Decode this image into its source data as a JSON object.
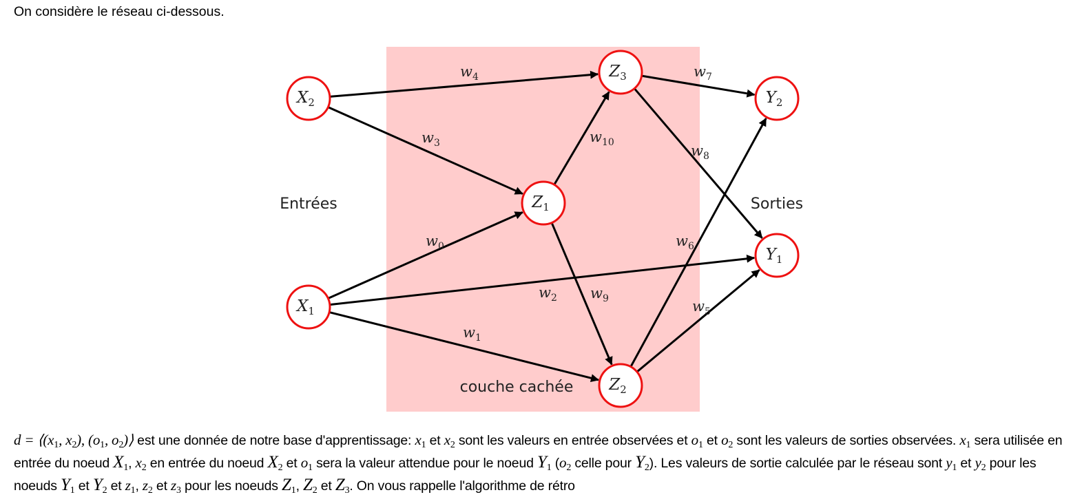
{
  "intro": "On considère le réseau ci-dessous.",
  "diagram": {
    "hidden_layer_label": "couche cachée",
    "inputs_label": "Entrées",
    "outputs_label": "Sorties",
    "colors": {
      "hidden_layer_fill": "#ffcccc",
      "node_stroke": "#ee1111",
      "edge": "#000000"
    },
    "nodes": [
      {
        "id": "X1",
        "letter": "X",
        "sub": "1",
        "layer": "input"
      },
      {
        "id": "X2",
        "letter": "X",
        "sub": "2",
        "layer": "input"
      },
      {
        "id": "Z1",
        "letter": "Z",
        "sub": "1",
        "layer": "hidden"
      },
      {
        "id": "Z2",
        "letter": "Z",
        "sub": "2",
        "layer": "hidden"
      },
      {
        "id": "Z3",
        "letter": "Z",
        "sub": "3",
        "layer": "hidden"
      },
      {
        "id": "Y1",
        "letter": "Y",
        "sub": "1",
        "layer": "output"
      },
      {
        "id": "Y2",
        "letter": "Y",
        "sub": "2",
        "layer": "output"
      }
    ],
    "edges": [
      {
        "from": "X1",
        "to": "Z1",
        "weight": "w",
        "sub": "0"
      },
      {
        "from": "X1",
        "to": "Z2",
        "weight": "w",
        "sub": "1"
      },
      {
        "from": "X1",
        "to": "Y1",
        "weight": "w",
        "sub": "2"
      },
      {
        "from": "X2",
        "to": "Z1",
        "weight": "w",
        "sub": "3"
      },
      {
        "from": "X2",
        "to": "Z3",
        "weight": "w",
        "sub": "4"
      },
      {
        "from": "Z2",
        "to": "Y1",
        "weight": "w",
        "sub": "5"
      },
      {
        "from": "Z2",
        "to": "Y2",
        "weight": "w",
        "sub": "6"
      },
      {
        "from": "Z3",
        "to": "Y2",
        "weight": "w",
        "sub": "7"
      },
      {
        "from": "Z3",
        "to": "Y1",
        "weight": "w",
        "sub": "8"
      },
      {
        "from": "Z1",
        "to": "Z2",
        "weight": "w",
        "sub": "9"
      },
      {
        "from": "Z1",
        "to": "Z3",
        "weight": "w",
        "sub": "10"
      }
    ]
  },
  "paragraph": {
    "t1": " est une donnée de notre base d'apprentissage: ",
    "t2": " et ",
    "t3": " sont les valeurs en entrée observées et ",
    "t4": " et ",
    "t5": " sont les valeurs de sorties observées. ",
    "t6": " sera utilisée en entrée du noeud ",
    "t7": ", ",
    "t8": " en entrée du noeud ",
    "t9": " et ",
    "t10": " sera la valeur attendue pour le noeud ",
    "t11": " (",
    "t12": " celle pour ",
    "t13": "). Les valeurs de sortie calculée par le réseau sont ",
    "t14": " et ",
    "t15": " pour les noeuds ",
    "t16": " et ",
    "t17": " et ",
    "t18": ", ",
    "t19": " et ",
    "t20": " pour les noeuds ",
    "t21": ", ",
    "t22": " et ",
    "t23": ". On vous rappelle l'algorithme de rétro",
    "formula_d": "d = ⟨(x",
    "formula_mid1": ", x",
    "formula_mid2": "), (o",
    "formula_mid3": ", o",
    "formula_end": ")⟩",
    "vars": {
      "x": "x",
      "o": "o",
      "y": "y",
      "z": "z",
      "X": "X",
      "Y": "Y",
      "Z": "Z",
      "s1": "1",
      "s2": "2",
      "s3": "3"
    }
  }
}
